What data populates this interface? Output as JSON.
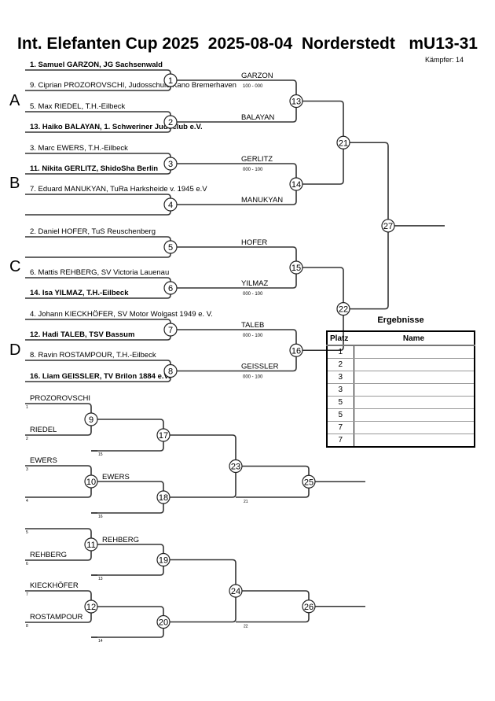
{
  "header": {
    "title": "Int. Elefanten Cup 2025  2025-08-04  Norderstedt   mU13-31",
    "fighter_count": "Kämpfer: 14"
  },
  "pools": [
    "A",
    "B",
    "C",
    "D"
  ],
  "entries": [
    {
      "text": "1. Samuel GARZON, JG Sachsenwald",
      "bold": true
    },
    {
      "text": "9. Ciprian PROZOROVSCHI, Judosschule Kano Bremerhaven",
      "bold": false
    },
    {
      "text": "5. Max RIEDEL, T.H.-Eilbeck",
      "bold": false
    },
    {
      "text": "13. Haiko BALAYAN, 1. Schweriner Judoclub e.V.",
      "bold": true
    },
    {
      "text": "3. Marc EWERS, T.H.-Eilbeck",
      "bold": false
    },
    {
      "text": "11. Nikita GERLITZ, ShidoSha Berlin",
      "bold": true
    },
    {
      "text": "7. Eduard MANUKYAN, TuRa Harksheide v. 1945 e.V",
      "bold": false
    },
    {
      "text": "",
      "bold": false
    },
    {
      "text": "2. Daniel HOFER, TuS Reuschenberg",
      "bold": false
    },
    {
      "text": "",
      "bold": false
    },
    {
      "text": "6. Mattis REHBERG, SV Victoria Lauenau",
      "bold": false
    },
    {
      "text": "14. Isa YILMAZ, T.H.-Eilbeck",
      "bold": true
    },
    {
      "text": "4. Johann KIECKHÖFER, SV Motor Wolgast 1949 e. V.",
      "bold": false
    },
    {
      "text": "12. Hadi TALEB, TSV Bassum",
      "bold": true
    },
    {
      "text": "8. Ravin ROSTAMPOUR, T.H.-Eilbeck",
      "bold": false
    },
    {
      "text": "16. Liam GEISSLER, TV Brilon 1884 e.V.",
      "bold": true
    }
  ],
  "round1": [
    {
      "fight": "1",
      "winner": "GARZON",
      "score": "100 - 000"
    },
    {
      "fight": "2",
      "winner": "BALAYAN",
      "score": ""
    },
    {
      "fight": "3",
      "winner": "GERLITZ",
      "score": "000 - 100"
    },
    {
      "fight": "4",
      "winner": "MANUKYAN",
      "score": ""
    },
    {
      "fight": "5",
      "winner": "HOFER",
      "score": ""
    },
    {
      "fight": "6",
      "winner": "YILMAZ",
      "score": "000 - 100"
    },
    {
      "fight": "7",
      "winner": "TALEB",
      "score": "000 - 100"
    },
    {
      "fight": "8",
      "winner": "GEISSLER",
      "score": "000 - 100"
    }
  ],
  "round2": [
    "13",
    "14",
    "15",
    "16"
  ],
  "semis": [
    "21",
    "22"
  ],
  "final": "27",
  "repechage": {
    "r1": [
      {
        "fight": "9",
        "top": "PROZOROVSCHI",
        "bottom": "RIEDEL",
        "top_src": "1",
        "bottom_src": "2",
        "winner": "",
        "feeder": "15",
        "next": "17"
      },
      {
        "fight": "10",
        "top": "EWERS",
        "bottom": "",
        "top_src": "3",
        "bottom_src": "4",
        "winner": "EWERS",
        "feeder": "16",
        "next": "18"
      },
      {
        "fight": "11",
        "top": "",
        "bottom": "REHBERG",
        "top_src": "5",
        "bottom_src": "6",
        "winner": "REHBERG",
        "feeder": "13",
        "next": "19"
      },
      {
        "fight": "12",
        "top": "KIECKHÖFER",
        "bottom": "ROSTAMPOUR",
        "top_src": "7",
        "bottom_src": "8",
        "winner": "",
        "feeder": "14",
        "next": "20"
      }
    ],
    "r3": [
      {
        "fight": "23",
        "feeder": "21",
        "bronze": "25"
      },
      {
        "fight": "24",
        "feeder": "22",
        "bronze": "26"
      }
    ]
  },
  "results": {
    "title": "Ergebnisse",
    "col_place": "Platz",
    "col_name": "Name",
    "rows": [
      {
        "place": "1",
        "name": ""
      },
      {
        "place": "2",
        "name": ""
      },
      {
        "place": "3",
        "name": ""
      },
      {
        "place": "3",
        "name": ""
      },
      {
        "place": "5",
        "name": ""
      },
      {
        "place": "5",
        "name": ""
      },
      {
        "place": "7",
        "name": ""
      },
      {
        "place": "7",
        "name": ""
      }
    ]
  }
}
